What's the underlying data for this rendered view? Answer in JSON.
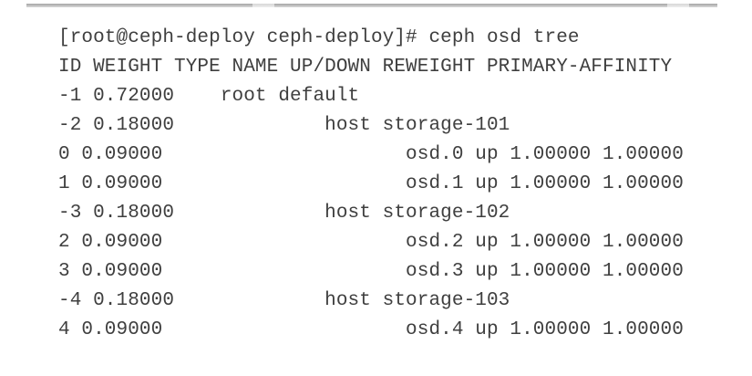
{
  "colors": {
    "background": "#ffffff",
    "text": "#3f3f3f",
    "divider_bar": "#b5b5b5"
  },
  "terminal": {
    "prompt": "[root@ceph-deploy ceph-deploy]#",
    "command": "ceph osd tree",
    "lines": [
      "[root@ceph-deploy ceph-deploy]# ceph osd tree",
      "ID WEIGHT TYPE NAME UP/DOWN REWEIGHT PRIMARY-AFFINITY",
      "-1 0.72000    root default",
      "-2 0.18000             host storage-101",
      "0 0.09000                     osd.0 up 1.00000 1.00000",
      "1 0.09000                     osd.1 up 1.00000 1.00000",
      "-3 0.18000             host storage-102",
      "2 0.09000                     osd.2 up 1.00000 1.00000",
      "3 0.09000                     osd.3 up 1.00000 1.00000",
      "-4 0.18000             host storage-103",
      "4 0.09000                     osd.4 up 1.00000 1.00000"
    ],
    "osd_tree": {
      "columns": [
        "ID",
        "WEIGHT",
        "TYPE NAME",
        "UP/DOWN",
        "REWEIGHT",
        "PRIMARY-AFFINITY"
      ],
      "rows": [
        {
          "id": "-1",
          "weight": "0.72000",
          "type_name": "root default",
          "up_down": "",
          "reweight": "",
          "primary_affinity": ""
        },
        {
          "id": "-2",
          "weight": "0.18000",
          "type_name": "host storage-101",
          "up_down": "",
          "reweight": "",
          "primary_affinity": ""
        },
        {
          "id": "0",
          "weight": "0.09000",
          "type_name": "osd.0",
          "up_down": "up",
          "reweight": "1.00000",
          "primary_affinity": "1.00000"
        },
        {
          "id": "1",
          "weight": "0.09000",
          "type_name": "osd.1",
          "up_down": "up",
          "reweight": "1.00000",
          "primary_affinity": "1.00000"
        },
        {
          "id": "-3",
          "weight": "0.18000",
          "type_name": "host storage-102",
          "up_down": "",
          "reweight": "",
          "primary_affinity": ""
        },
        {
          "id": "2",
          "weight": "0.09000",
          "type_name": "osd.2",
          "up_down": "up",
          "reweight": "1.00000",
          "primary_affinity": "1.00000"
        },
        {
          "id": "3",
          "weight": "0.09000",
          "type_name": "osd.3",
          "up_down": "up",
          "reweight": "1.00000",
          "primary_affinity": "1.00000"
        },
        {
          "id": "-4",
          "weight": "0.18000",
          "type_name": "host storage-103",
          "up_down": "",
          "reweight": "",
          "primary_affinity": ""
        },
        {
          "id": "4",
          "weight": "0.09000",
          "type_name": "osd.4",
          "up_down": "up",
          "reweight": "1.00000",
          "primary_affinity": "1.00000"
        }
      ]
    }
  }
}
